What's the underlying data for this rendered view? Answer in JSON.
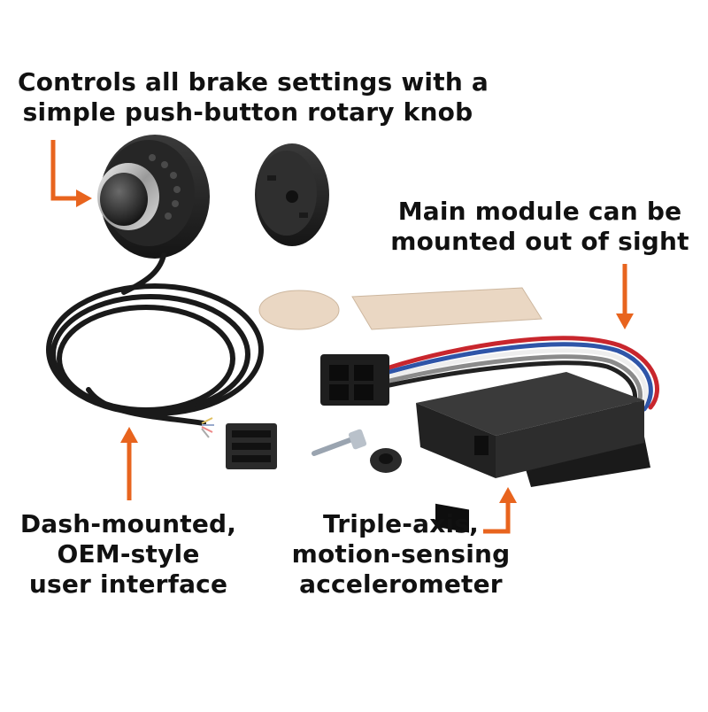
{
  "colors": {
    "accent": "#e8641e",
    "background": "#ffffff",
    "text": "#111111",
    "product_body": "#2b2b2b"
  },
  "captions": {
    "knob": [
      "Controls all brake settings with a",
      "simple push-button rotary knob"
    ],
    "module": [
      "Main module can be",
      "mounted out of sight"
    ],
    "interface": [
      "Dash-mounted,",
      "OEM-style",
      "user interface"
    ],
    "accelerometer": [
      "Triple-axis,",
      "motion-sensing",
      "accelerometer"
    ]
  },
  "icons": {
    "arrow": "arrow-icon"
  }
}
